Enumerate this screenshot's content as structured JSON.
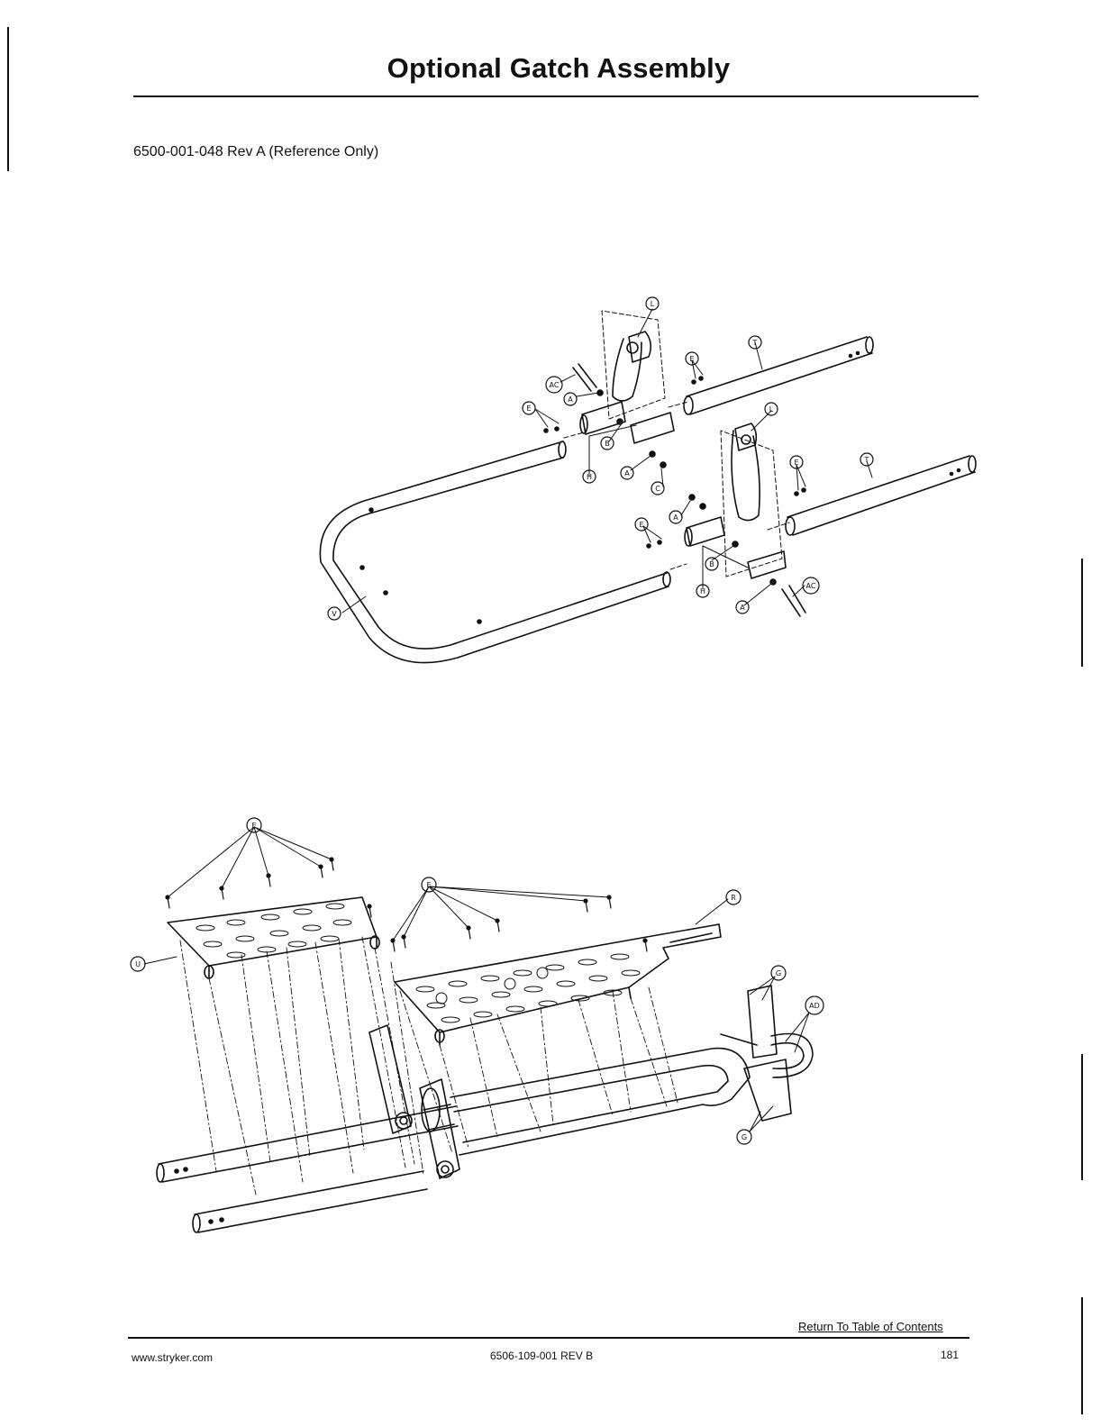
{
  "page": {
    "title": "Optional Gatch Assembly",
    "reference": "6500-001-048 Rev A (Reference Only)"
  },
  "callouts": {
    "A": "A",
    "B": "B",
    "C": "C",
    "D": "D",
    "E": "E",
    "G": "G",
    "H": "H",
    "L": "L",
    "R": "R",
    "T": "T",
    "U": "U",
    "V": "V",
    "AC": "AC",
    "AD": "AD"
  },
  "footer": {
    "toc_link": "Return To Table of Contents",
    "website": "www.stryker.com",
    "doc_number": "6506-109-001 REV B",
    "page_number": "181"
  }
}
